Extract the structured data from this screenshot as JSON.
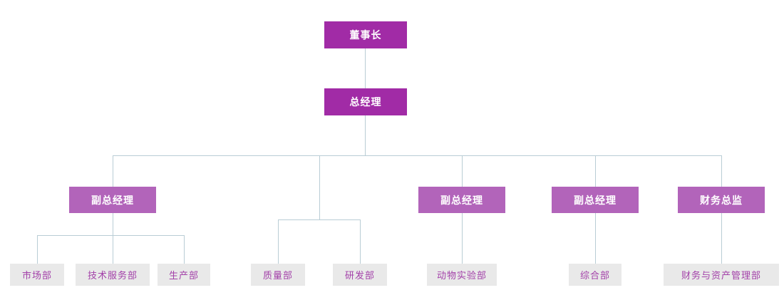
{
  "colors": {
    "primary_dark": "#a12ba6",
    "primary_light": "#b264ba",
    "dept_bg": "#e9e9e9",
    "dept_text": "#a341a9",
    "line_color": "#b9cdd5"
  },
  "org": {
    "chairman": {
      "label": "董事长"
    },
    "general_manager": {
      "label": "总经理"
    },
    "branches": [
      {
        "manager": {
          "label": "副总经理"
        },
        "departments": [
          {
            "label": "市场部"
          },
          {
            "label": "技术服务部"
          },
          {
            "label": "生产部"
          }
        ]
      },
      {
        "manager": null,
        "departments": [
          {
            "label": "质量部"
          },
          {
            "label": "研发部"
          }
        ]
      },
      {
        "manager": {
          "label": "副总经理"
        },
        "departments": [
          {
            "label": "动物实验部"
          }
        ]
      },
      {
        "manager": {
          "label": "副总经理"
        },
        "departments": [
          {
            "label": "综合部"
          }
        ]
      },
      {
        "manager": {
          "label": "财务总监"
        },
        "departments": [
          {
            "label": "财务与资产管理部"
          }
        ]
      }
    ]
  }
}
